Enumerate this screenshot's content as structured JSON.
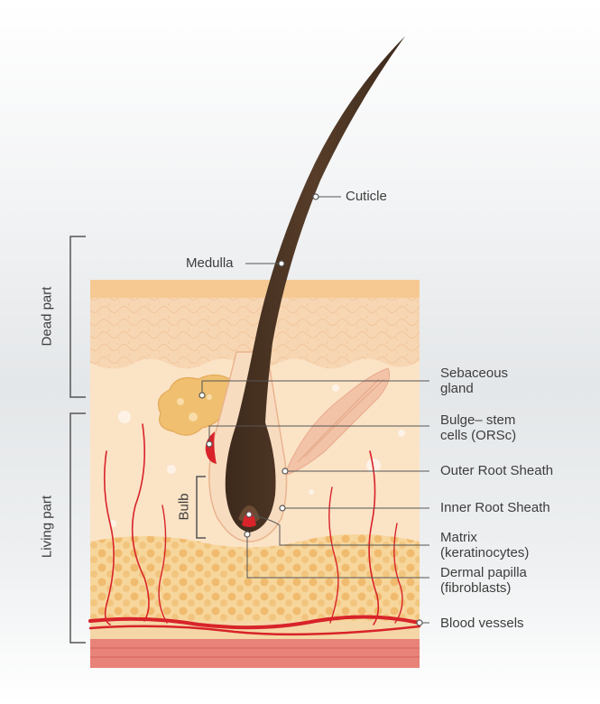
{
  "labels": {
    "cuticle": "Cuticle",
    "medulla": "Medulla",
    "sebaceous_gland_line1": "Sebaceous",
    "sebaceous_gland_line2": "gland",
    "bulge_line1": "Bulge–  stem",
    "bulge_line2": "cells (ORSc)",
    "outer_root_sheath": "Outer Root Sheath",
    "inner_root_sheath": "Inner Root Sheath",
    "matrix_line1": "Matrix",
    "matrix_line2": "(keratinocytes)",
    "dermal_papilla_line1": "Dermal papilla",
    "dermal_papilla_line2": "(fibroblasts)",
    "blood_vessels": "Blood vessels",
    "bulb": "Bulb",
    "dead_part": "Dead part",
    "living_part": "Living part"
  },
  "colors": {
    "hair": "#4a3424",
    "epidermis": "#f6d3ab",
    "dermis": "#fbe3c6",
    "fat": "#f3c27a",
    "muscle_layer": "#e8837a",
    "blood_vessel": "#d8232a",
    "leader_line": "#555555"
  }
}
